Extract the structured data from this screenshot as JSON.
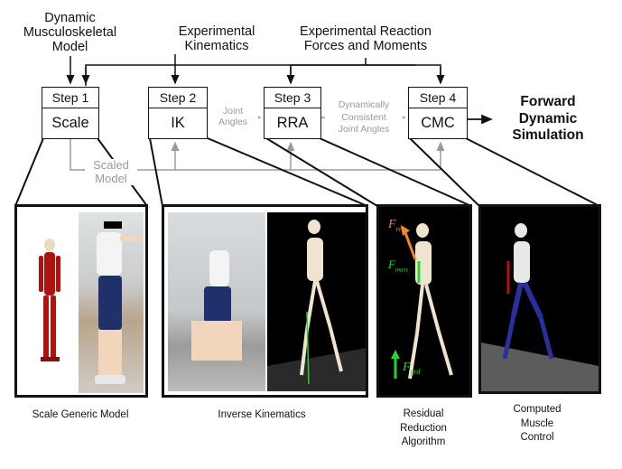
{
  "inputs": {
    "musculoskeletal_model": [
      "Dynamic",
      "Musculoskeletal",
      "Model"
    ],
    "experimental_kinematics": [
      "Experimental",
      "Kinematics"
    ],
    "reaction_forces": [
      "Experimental Reaction",
      "Forces and Moments"
    ]
  },
  "steps": [
    {
      "label": "Step 1",
      "name": "Scale"
    },
    {
      "label": "Step 2",
      "name": "IK"
    },
    {
      "label": "Step 3",
      "name": "RRA"
    },
    {
      "label": "Step 4",
      "name": "CMC"
    }
  ],
  "flows": {
    "joint_angles": [
      "Joint",
      "Angles"
    ],
    "consistent_angles": [
      "Dynamically",
      "Consistent",
      "Joint Angles"
    ],
    "scaled_model": [
      "Scaled",
      "Model"
    ]
  },
  "output": [
    "Forward",
    "Dynamic",
    "Simulation"
  ],
  "captions": {
    "scale": "Scale Generic Model",
    "ik": "Inverse Kinematics",
    "rra": [
      "Residual",
      "Reduction",
      "Algorithm"
    ],
    "cmc": [
      "Computed",
      "Muscle",
      "Control"
    ]
  },
  "force_labels": {
    "residual": "F",
    "residual_sub": "res",
    "mass": "F",
    "mass_sub": "mass",
    "ground": "F",
    "ground_sub": "grd"
  },
  "colors": {
    "line": "#111111",
    "gray_line": "#9a9a9a",
    "muscle_red": "#b0120c",
    "muscle_blue": "#2a2f9c",
    "residual_orange": "#f08a1c",
    "ground_green": "#2bd42b"
  }
}
